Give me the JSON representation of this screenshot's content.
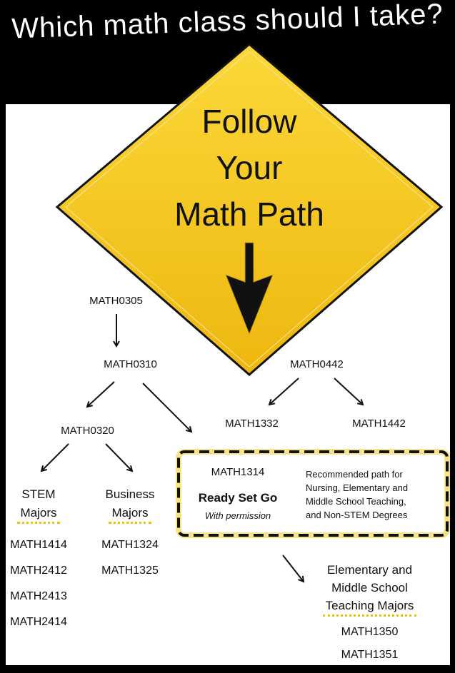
{
  "title": "Which math class should I take?",
  "sign": {
    "line1": "Follow",
    "line2": "Your",
    "line3": "Math Path",
    "color": "#f5c518"
  },
  "courses": {
    "math0305": "MATH0305",
    "math0310": "MATH0310",
    "math0320": "MATH0320",
    "math0442": "MATH0442",
    "math1332": "MATH1332",
    "math1442": "MATH1442"
  },
  "recommended_box": {
    "course": "MATH1314",
    "program": "Ready Set Go",
    "note": "With permission",
    "description": [
      "Recommended path for",
      "Nursing, Elementary and",
      "Middle School Teaching,",
      "and Non-STEM Degrees"
    ]
  },
  "stem": {
    "heading1": "STEM",
    "heading2": "Majors",
    "courses": [
      "MATH1414",
      "MATH2412",
      "MATH2413",
      "MATH2414"
    ]
  },
  "business": {
    "heading1": "Business",
    "heading2": "Majors",
    "courses": [
      "MATH1324",
      "MATH1325"
    ]
  },
  "teaching": {
    "heading": [
      "Elementary and",
      "Middle School",
      "Teaching Majors"
    ],
    "courses": [
      "MATH1350",
      "MATH1351"
    ]
  }
}
